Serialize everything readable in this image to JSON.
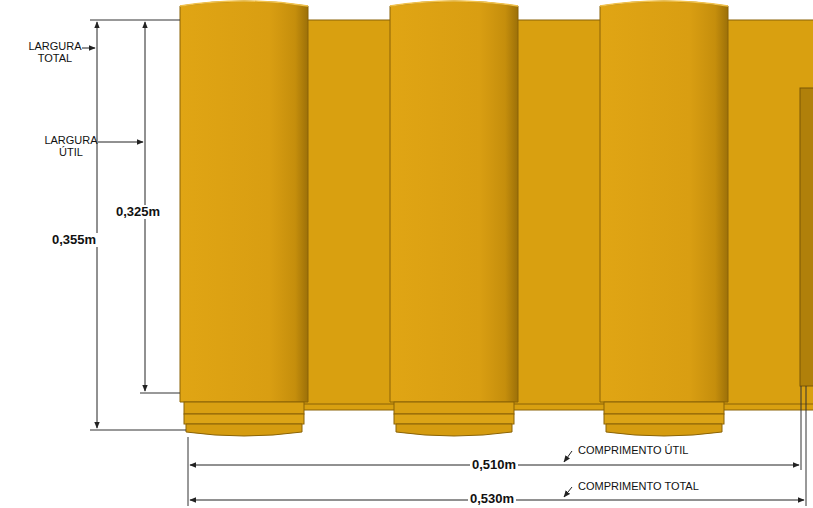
{
  "diagram": {
    "labels": [
      "LARGURA TOTAL",
      "LARGURA ÚTIL",
      "0,325m",
      "0,355m",
      "0,510m",
      "COMPRIMENTO ÚTIL",
      "0,530m",
      "COMPRIMENTO TOTAL"
    ]
  }
}
